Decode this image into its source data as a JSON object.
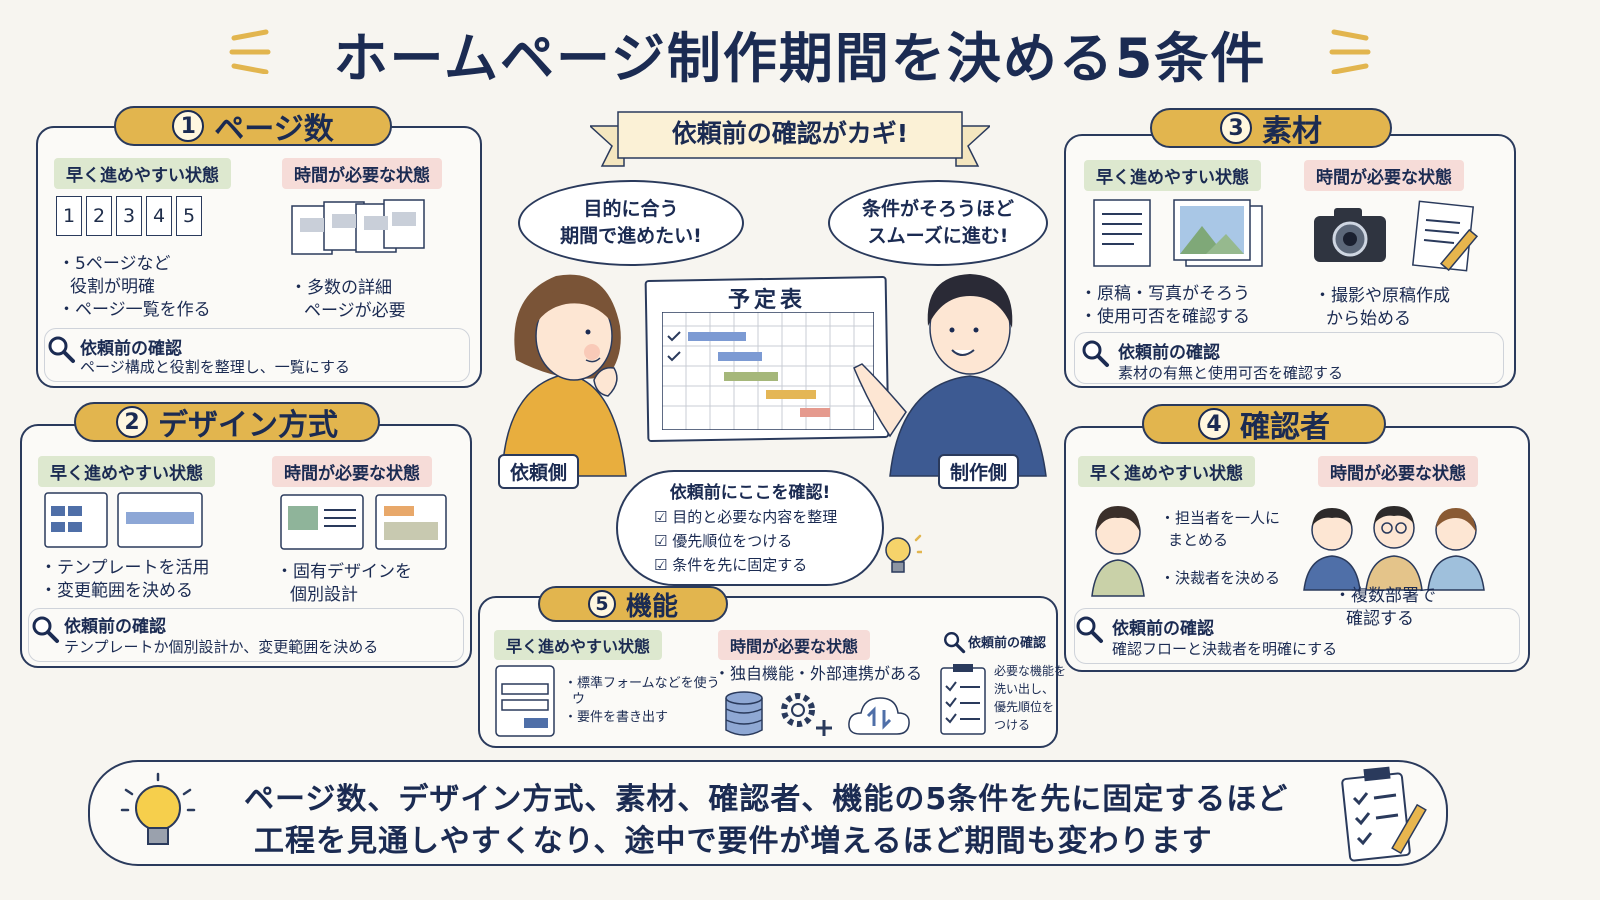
{
  "title": "ホームページ制作期間を決める5条件",
  "banner": "依頼前の確認がカギ!",
  "labels": {
    "easy": "早く進めやすい状態",
    "slow": "時間が必要な状態",
    "check": "依頼前の確認"
  },
  "sections": {
    "pages": {
      "num": "1",
      "name": "ページ数",
      "easy_lines": [
        "・5ページなど",
        "役割が明確",
        "・ページ一覧を作る"
      ],
      "slow_lines": [
        "・多数の詳細",
        "ページが必要"
      ],
      "check_text": "ページ構成と役割を整理し、一覧にする",
      "icon_digits": [
        "1",
        "2",
        "3",
        "4",
        "5"
      ]
    },
    "design": {
      "num": "2",
      "name": "デザイン方式",
      "easy_lines": [
        "・テンプレートを活用",
        "・変更範囲を決める"
      ],
      "slow_lines": [
        "・固有デザインを",
        "個別設計"
      ],
      "check_text": "テンプレートか個別設計か、変更範囲を決める"
    },
    "material": {
      "num": "3",
      "name": "素材",
      "easy_lines": [
        "・原稿・写真がそろう",
        "・使用可否を確認する"
      ],
      "slow_lines": [
        "・撮影や原稿作成",
        "から始める"
      ],
      "check_text": "素材の有無と使用可否を確認する"
    },
    "reviewer": {
      "num": "4",
      "name": "確認者",
      "easy_lines": [
        "・担当者を一人に",
        "まとめる",
        "・決裁者を決める"
      ],
      "slow_lines": [
        "・複数部署で",
        "確認する"
      ],
      "check_text": "確認フローと決裁者を明確にする"
    },
    "feature": {
      "num": "5",
      "name": "機能",
      "easy_lines": [
        "・標準フォームなどを使う",
        "ウ",
        "・要件を書き出す"
      ],
      "slow_line": "・独自機能・外部連携がある",
      "check_lines": [
        "必要な機能を",
        "洗い出し、",
        "優先順位を",
        "つける"
      ]
    }
  },
  "center": {
    "bubble_left": [
      "目的に合う",
      "期間で進めたい!"
    ],
    "bubble_right": [
      "条件がそろうほど",
      "スムーズに進む!"
    ],
    "schedule_title": "予定表",
    "role_left": "依頼側",
    "role_right": "制作側",
    "checklist_title": "依頼前にここを確認!",
    "checklist_items": [
      "目的と必要な内容を整理",
      "優先順位をつける",
      "条件を先に固定する"
    ]
  },
  "summary": [
    "ページ数、デザイン方式、素材、確認者、機能の5条件を先に固定するほど",
    "工程を見通しやすくなり、途中で要件が増えるほど期間も変わります"
  ],
  "colors": {
    "navy": "#1b2b52",
    "gold": "#e2b54e",
    "green_tag": "#dde8cf",
    "pink_tag": "#f6dcd8"
  }
}
